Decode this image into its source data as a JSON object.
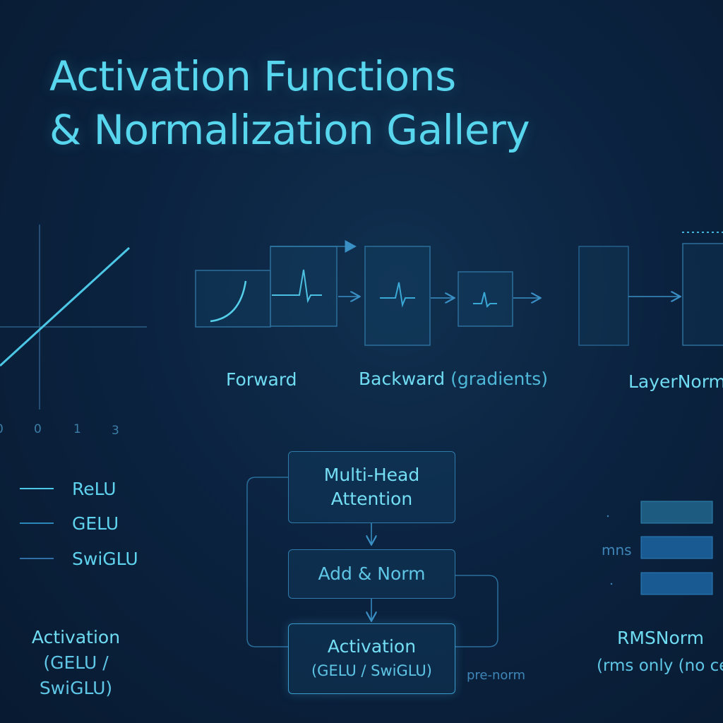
{
  "title": {
    "line1": "Activation Functions",
    "line2": "& Normalization Gallery"
  },
  "axis_ticks": [
    "0",
    "0",
    "1",
    "3"
  ],
  "legend": [
    {
      "label": "ReLU",
      "color": "#4cc8e6"
    },
    {
      "label": "GELU",
      "color": "#2d86b8"
    },
    {
      "label": "SwiGLU",
      "color": "#2f6fa6"
    }
  ],
  "activation_caption": {
    "line1": "Activation",
    "line2": "(GELU / SwiGLU)"
  },
  "pipeline": {
    "forward_label": "Forward",
    "backward_label": "Backward",
    "backward_sub": "(gradients)",
    "layernorm_label": "LayerNorm"
  },
  "block": {
    "mha_line1": "Multi-Head",
    "mha_line2": "Attention",
    "addnorm": "Add & Norm",
    "act_line1": "Activation",
    "act_line2": "(GELU / SwiGLU)",
    "prenorm": "pre-norm"
  },
  "rmsnorm": {
    "bar_label": "mns",
    "title": "RMSNorm",
    "subtitle": "(rms only (no ce"
  },
  "colors": {
    "background": "#0b2340",
    "accent": "#58d6ee",
    "line": "#2f7aa8"
  }
}
